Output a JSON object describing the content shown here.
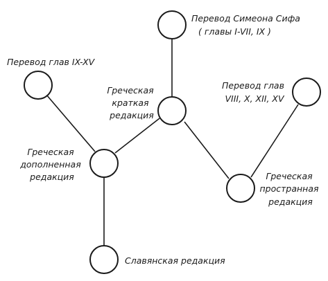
{
  "diagram": {
    "nodes": {
      "simeon": {
        "label_lines": [
          "Перевод Симеона Сифа",
          "( главы I-VII, IX )"
        ]
      },
      "chapters_ix_xv": {
        "label_lines": [
          "Перевод глав IX-XV"
        ]
      },
      "greek_short": {
        "label_lines": [
          "Греческая",
          "краткая",
          "редакция"
        ]
      },
      "chapters_viii": {
        "label_lines": [
          "Перевод глав",
          "VIII, X, XII, XV"
        ]
      },
      "greek_supplemented": {
        "label_lines": [
          "Греческая",
          "дополненная",
          "редакция"
        ]
      },
      "greek_extended": {
        "label_lines": [
          "Греческая",
          "пространная",
          "редакция"
        ]
      },
      "slavonic": {
        "label_lines": [
          "Славянская редакция"
        ]
      }
    },
    "edges": [
      [
        "simeon",
        "greek_short"
      ],
      [
        "greek_short",
        "greek_supplemented"
      ],
      [
        "greek_short",
        "greek_extended"
      ],
      [
        "chapters_ix_xv",
        "greek_supplemented"
      ],
      [
        "chapters_viii",
        "greek_extended"
      ],
      [
        "greek_supplemented",
        "slavonic"
      ]
    ]
  }
}
